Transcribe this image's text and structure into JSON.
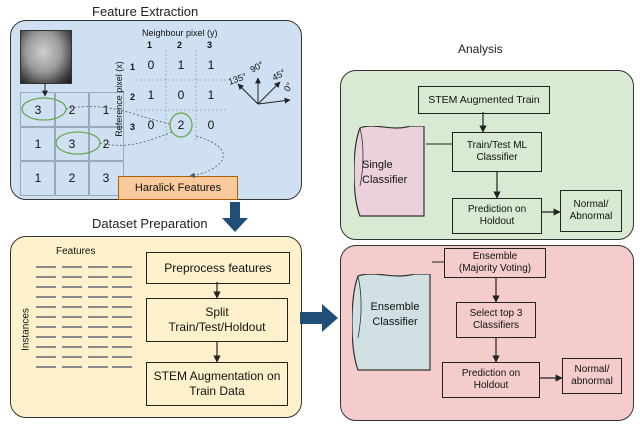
{
  "feature_extraction": {
    "title": "Feature Extraction",
    "image_grid": [
      "3",
      "2",
      "1",
      "1",
      "3",
      "2",
      "1",
      "2",
      "3"
    ],
    "neighbour_label": "Neighbour pixel (y)",
    "neighbour_cols": [
      "1",
      "2",
      "3"
    ],
    "reference_label": "Reference pixel (x)",
    "reference_rows": [
      "1",
      "2",
      "3"
    ],
    "glcm": [
      "0",
      "1",
      "1",
      "1",
      "0",
      "1",
      "0",
      "2",
      "0"
    ],
    "angles": [
      "135°",
      "90°",
      "45°",
      "0°"
    ],
    "haralick": "Haralick Features"
  },
  "dataset_preparation": {
    "title": "Dataset Preparation",
    "features_label": "Features",
    "instances_label": "Instances",
    "steps": [
      "Preprocess features",
      "Split Train/Test/Holdout",
      "STEM Augmentation on Train Data"
    ]
  },
  "analysis": {
    "title": "Analysis",
    "single": {
      "label": "Single Classifier",
      "stem": "STEM Augmented Train",
      "train": "Train/Test ML Classifier",
      "predict": "Prediction on Holdout",
      "output": "Normal/ Abnormal"
    },
    "ensemble": {
      "label": "Ensemble Classifier",
      "voting": "Ensemble (Majority Voting)",
      "select": "Select top 3 Classifiers",
      "predict": "Prediction on Holdout",
      "output": "Normal/ abnormal"
    }
  },
  "colors": {
    "feature_bg": "#cfe0f3",
    "dataset_bg": "#fdf1cc",
    "analysis_single_bg": "#d9ead3",
    "analysis_ensemble_bg": "#f4cccc",
    "haralick_bg": "#f9cb9c",
    "arrow": "#1f4e79",
    "single_doc": "#ead1dc",
    "ensemble_doc": "#d0e0e3"
  }
}
